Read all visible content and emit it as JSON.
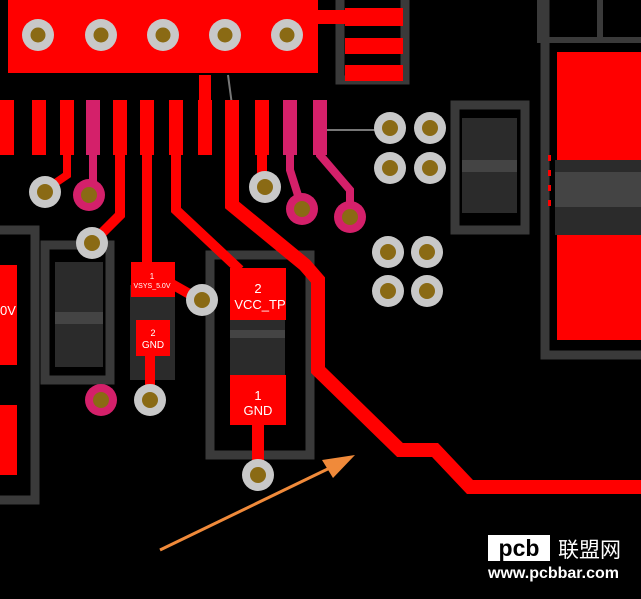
{
  "labels": {
    "net_top": "VSYS_5.0V",
    "pad_left_2": "2",
    "pad_left_2_net": "GND",
    "pad_left_1": "1",
    "pad_mid_2": "2",
    "pad_mid_2_net": "VCC_TP",
    "pad_mid_1": "1",
    "pad_mid_1_net": "GND",
    "left_edge": "0V"
  },
  "watermark": {
    "logo_text": "pcb",
    "brand_cn": "联盟网",
    "url": "www.pcbbar.com"
  },
  "colors": {
    "background": "#000000",
    "copper_top": "#ff0000",
    "copper_inner": "#d4206a",
    "component_body": "#2b2b2b",
    "component_body_inner": "#3a3a3a",
    "pad_ring": "#c8c8c8",
    "pad_hole": "#8a6a14",
    "arrow": "#f08a3a",
    "silkscreen": "#ffffff"
  }
}
